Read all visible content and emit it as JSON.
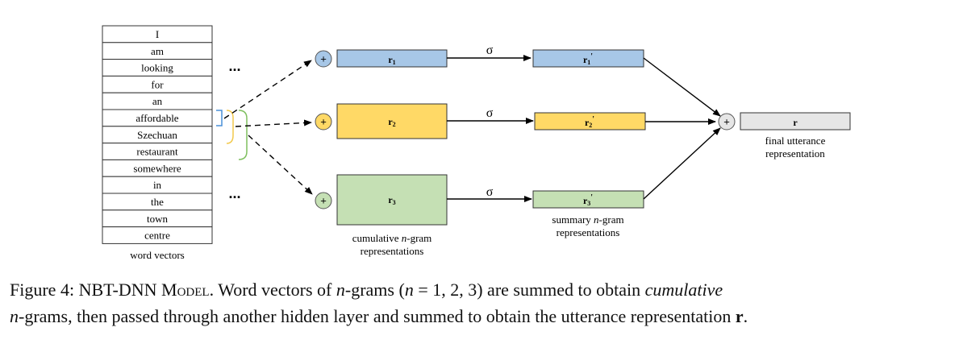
{
  "words": [
    "I",
    "am",
    "looking",
    "for",
    "an",
    "affordable",
    "Szechuan",
    "restaurant",
    "somewhere",
    "in",
    "the",
    "town",
    "centre"
  ],
  "word_vectors_label": "word vectors",
  "ellipsis": "...",
  "plus_symbol": "+",
  "sigma": "σ",
  "cumulative": [
    {
      "base": "r",
      "sub": "1",
      "color": "#a7c7e7"
    },
    {
      "base": "r",
      "sub": "2",
      "color": "#ffd966"
    },
    {
      "base": "r",
      "sub": "3",
      "color": "#c5e0b4"
    }
  ],
  "summary": [
    {
      "base": "r",
      "sub": "1",
      "prime": "'",
      "color": "#a7c7e7"
    },
    {
      "base": "r",
      "sub": "2",
      "prime": "'",
      "color": "#ffd966"
    },
    {
      "base": "r",
      "sub": "3",
      "prime": "'",
      "color": "#c5e0b4"
    }
  ],
  "cumulative_label": {
    "pre": "cumulative ",
    "italic": "n",
    "post": "-gram",
    "line2": "representations"
  },
  "summary_label": {
    "pre": "summary ",
    "italic": "n",
    "post": "-gram",
    "line2": "representations"
  },
  "final": {
    "label": "r",
    "caption_line1": "final utterance",
    "caption_line2": "representation",
    "color": "#e6e6e6"
  },
  "bracket_colors": {
    "one": "#4a90d9",
    "two": "#f2c94c",
    "three": "#7fbf5f"
  },
  "plus_colors": [
    "#a7c7e7",
    "#ffd966",
    "#c5e0b4"
  ],
  "caption": {
    "figure": "Figure 4: ",
    "model_name": "NBT-DNN Model",
    "sentence1a": ". Word vectors of ",
    "n1": "n",
    "sentence1b": "-grams (",
    "n2": "n",
    "equals": " = 1, 2, 3",
    "sentence1c": ") are summed to obtain ",
    "cumulative_word": "cumulative",
    "n3": "n",
    "sentence2a": "-grams, then passed through another hidden layer and summed to obtain the utterance representation ",
    "r_bold": "r",
    "period": "."
  }
}
